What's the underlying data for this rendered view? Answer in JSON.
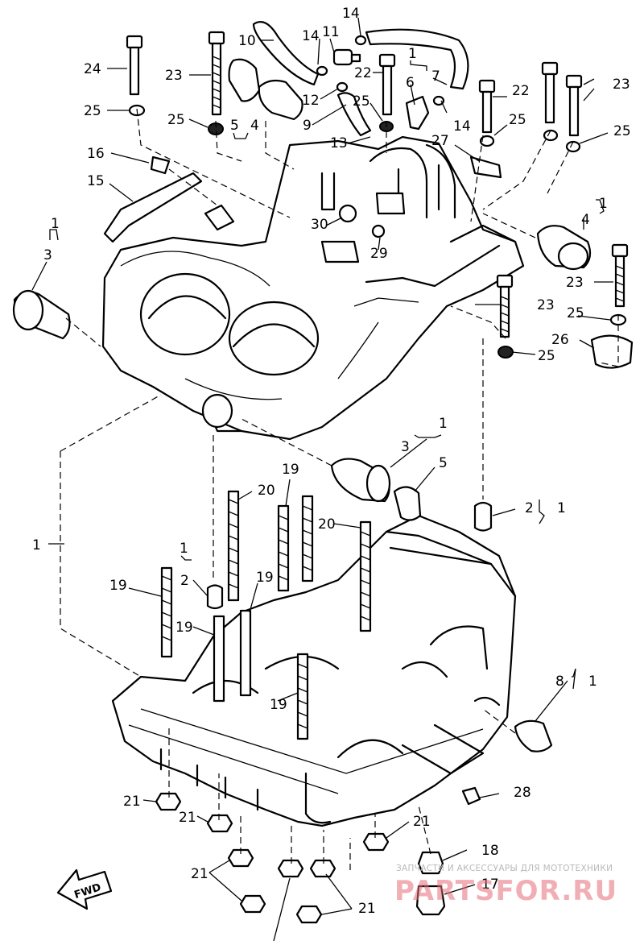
{
  "diagram": {
    "callouts": [
      {
        "id": "c24",
        "text": "24"
      },
      {
        "id": "c23a",
        "text": "23"
      },
      {
        "id": "c25a",
        "text": "25"
      },
      {
        "id": "c25b",
        "text": "25"
      },
      {
        "id": "c5a",
        "text": "5"
      },
      {
        "id": "c4a",
        "text": "4"
      },
      {
        "id": "c10",
        "text": "10"
      },
      {
        "id": "c14a",
        "text": "14"
      },
      {
        "id": "c14b",
        "text": "14"
      },
      {
        "id": "c11",
        "text": "11"
      },
      {
        "id": "c12",
        "text": "12"
      },
      {
        "id": "c9",
        "text": "9"
      },
      {
        "id": "c13",
        "text": "13"
      },
      {
        "id": "c22a",
        "text": "22"
      },
      {
        "id": "c1a",
        "text": "1"
      },
      {
        "id": "c7",
        "text": "7"
      },
      {
        "id": "c6",
        "text": "6"
      },
      {
        "id": "c25c",
        "text": "25"
      },
      {
        "id": "c14c",
        "text": "14"
      },
      {
        "id": "c22b",
        "text": "22"
      },
      {
        "id": "c23b",
        "text": "23"
      },
      {
        "id": "c25d",
        "text": "25"
      },
      {
        "id": "c25e",
        "text": "25"
      },
      {
        "id": "c27",
        "text": "27"
      },
      {
        "id": "c16",
        "text": "16"
      },
      {
        "id": "c15",
        "text": "15"
      },
      {
        "id": "c1b",
        "text": "1"
      },
      {
        "id": "c3a",
        "text": "3"
      },
      {
        "id": "c30",
        "text": "30"
      },
      {
        "id": "c29",
        "text": "29"
      },
      {
        "id": "c1c",
        "text": "1"
      },
      {
        "id": "c4b",
        "text": "4"
      },
      {
        "id": "c23c",
        "text": "23"
      },
      {
        "id": "c23d",
        "text": "23"
      },
      {
        "id": "c25f",
        "text": "25"
      },
      {
        "id": "c26",
        "text": "26"
      },
      {
        "id": "c25g",
        "text": "25"
      },
      {
        "id": "c1d",
        "text": "1"
      },
      {
        "id": "c3b",
        "text": "3"
      },
      {
        "id": "c5b",
        "text": "5"
      },
      {
        "id": "c19a",
        "text": "19"
      },
      {
        "id": "c20a",
        "text": "20"
      },
      {
        "id": "c2a",
        "text": "2"
      },
      {
        "id": "c1e",
        "text": "1"
      },
      {
        "id": "c1f",
        "text": "1"
      },
      {
        "id": "c20b",
        "text": "20"
      },
      {
        "id": "c1g",
        "text": "1"
      },
      {
        "id": "c2b",
        "text": "2"
      },
      {
        "id": "c19b",
        "text": "19"
      },
      {
        "id": "c19c",
        "text": "19"
      },
      {
        "id": "c19d",
        "text": "19"
      },
      {
        "id": "c19e",
        "text": "19"
      },
      {
        "id": "c8",
        "text": "8"
      },
      {
        "id": "c1h",
        "text": "1"
      },
      {
        "id": "c21a",
        "text": "21"
      },
      {
        "id": "c28",
        "text": "28"
      },
      {
        "id": "c21b",
        "text": "21"
      },
      {
        "id": "c21c",
        "text": "21"
      },
      {
        "id": "c18",
        "text": "18"
      },
      {
        "id": "c21d",
        "text": "21"
      },
      {
        "id": "c17",
        "text": "17"
      },
      {
        "id": "c21e",
        "text": "21"
      }
    ],
    "fwd_label": "FWD",
    "watermark": {
      "line1": "ЗАПЧАСТИ И АКСЕССУАРЫ ДЛЯ МОТОТЕХНИКИ",
      "line2": "PARTSFOR.RU"
    }
  }
}
